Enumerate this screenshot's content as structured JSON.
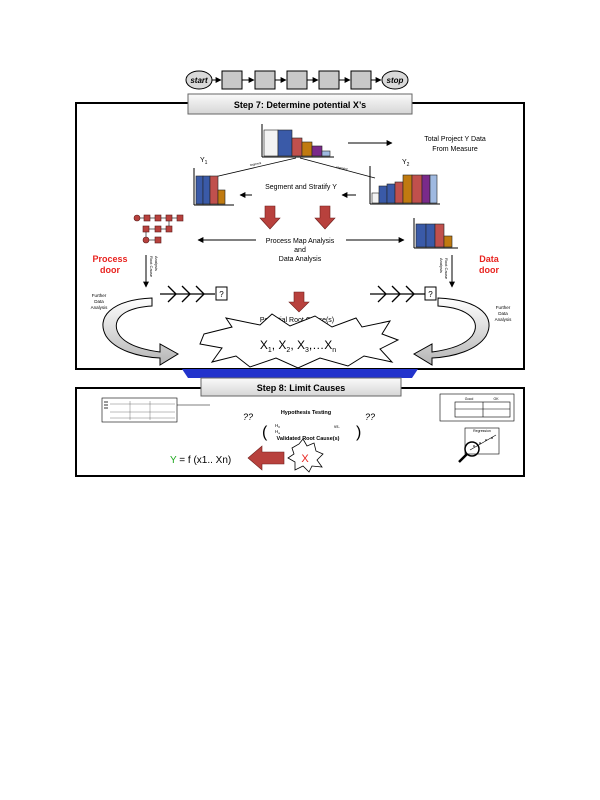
{
  "flow": {
    "start_label": "start",
    "stop_label": "stop"
  },
  "step7": {
    "header": "Step 7: Determine potential X’s",
    "total_data_label_line1": "Total Project Y Data",
    "total_data_label_line2": "From Measure",
    "y1_label": "Y",
    "y1_sub": "1",
    "y2_label": "Y",
    "y2_sub": "2",
    "segment_label": "Segment and Stratify Y",
    "segment_small_left": "segment",
    "segment_small_right": "segment",
    "process_map_line1": "Process Map Analysis",
    "process_map_line2": "and",
    "process_map_line3": "Data Analysis",
    "process_door_line1": "Process",
    "process_door_line2": "door",
    "data_door_line1": "Data",
    "data_door_line2": "door",
    "root_cause_line1": "Root Cause",
    "root_cause_line2": "Analysis",
    "further_line1": "Further",
    "further_line2": "Data",
    "further_line3": "Analysis",
    "question_mark": "?",
    "potential_root_cause": "Potential Root Cause(s)",
    "x_list": [
      "X",
      "1",
      ", X",
      "2",
      ", X",
      "3",
      ",…X",
      "n"
    ]
  },
  "step8": {
    "header": "Step 8: Limit Causes",
    "hypothesis_testing": "Hypothesis Testing",
    "h0": "H",
    "h0_sub": "0",
    "ha": "H",
    "ha_sub": "a",
    "vs": "vs.",
    "validated_root_cause": "Validated Root Cause(s)",
    "question_marks": "??",
    "x_mark": "X",
    "equation_y": "Y",
    "equation_rest": " = f (x1.. Xn)",
    "regression_label": "Regression",
    "table_header_1": "Good",
    "table_header_2": "OK"
  },
  "colors": {
    "red_door": "#e8231f",
    "arrow_red": "#b8413d",
    "banner_bg": "#e9e9e9",
    "blue_band": "#2233cc",
    "green_y": "#1fa81f",
    "bar_blue": "#3a5aa8",
    "bar_red": "#c0504d",
    "bar_orange": "#c07a10",
    "bar_purple": "#7a2a8a",
    "bar_lightblue": "#9fb9e0"
  }
}
